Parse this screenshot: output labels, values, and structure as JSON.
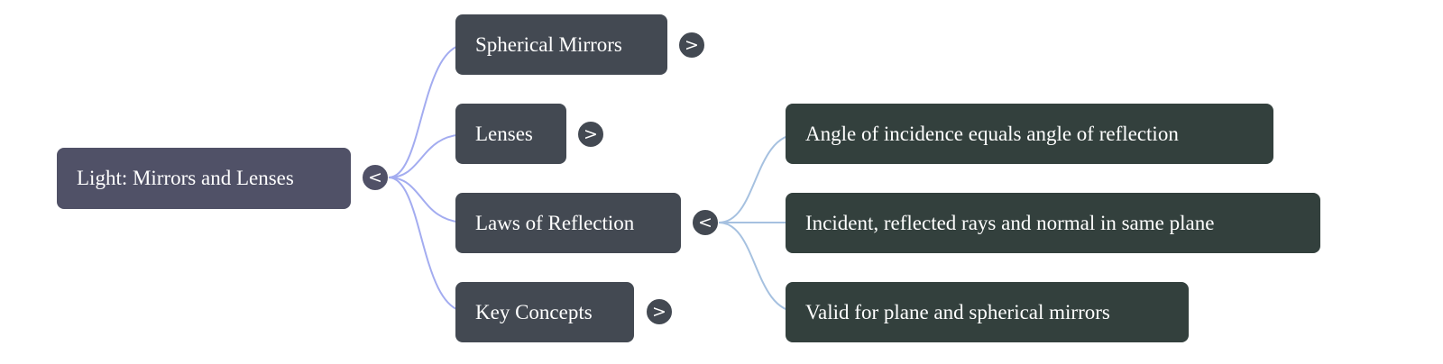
{
  "mindmap": {
    "root": {
      "label": "Light: Mirrors and Lenses",
      "toggle": "<",
      "expanded": true
    },
    "children": [
      {
        "label": "Spherical Mirrors",
        "toggle": ">",
        "expanded": false
      },
      {
        "label": "Lenses",
        "toggle": ">",
        "expanded": false
      },
      {
        "label": "Laws of Reflection",
        "toggle": "<",
        "expanded": true,
        "children": [
          {
            "label": "Angle of incidence equals angle of reflection"
          },
          {
            "label": "Incident, reflected rays and normal in same plane"
          },
          {
            "label": "Valid for plane and spherical mirrors"
          }
        ]
      },
      {
        "label": "Key Concepts",
        "toggle": ">",
        "expanded": false
      }
    ]
  },
  "colors": {
    "root_fill": "#505167",
    "level1_fill": "#434952",
    "level2_fill": "#33403d",
    "root_link": "#a3acf0",
    "level1_link": "#a6c1e0"
  }
}
